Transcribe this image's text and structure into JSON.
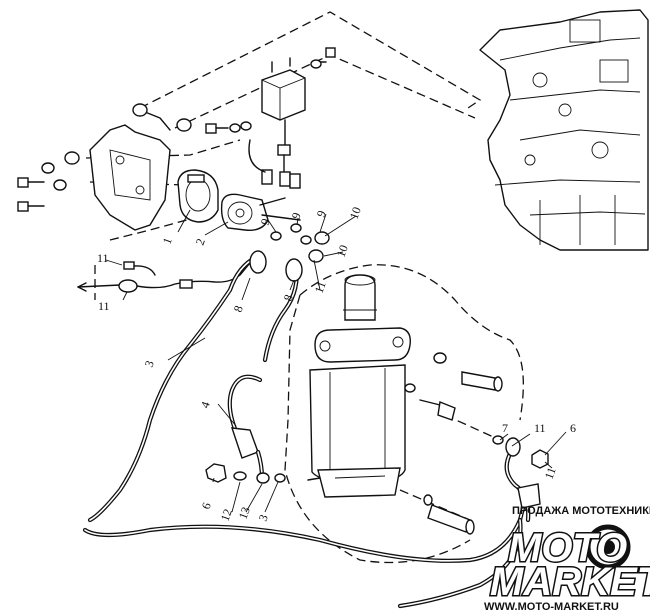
{
  "callouts": [
    "1",
    "2",
    "3",
    "4",
    "6",
    "8",
    "8",
    "9",
    "9",
    "9",
    "10",
    "10",
    "11",
    "11",
    "11",
    "12",
    "13",
    "3",
    "11",
    "6",
    "7",
    "11"
  ],
  "watermark": {
    "top_text": "ПРОДАЖА МОТОТЕХНИКИ",
    "logo_line1": "MOTO",
    "logo_line2": "MARKET",
    "url": "WWW.MOTO-MARKET.RU"
  }
}
